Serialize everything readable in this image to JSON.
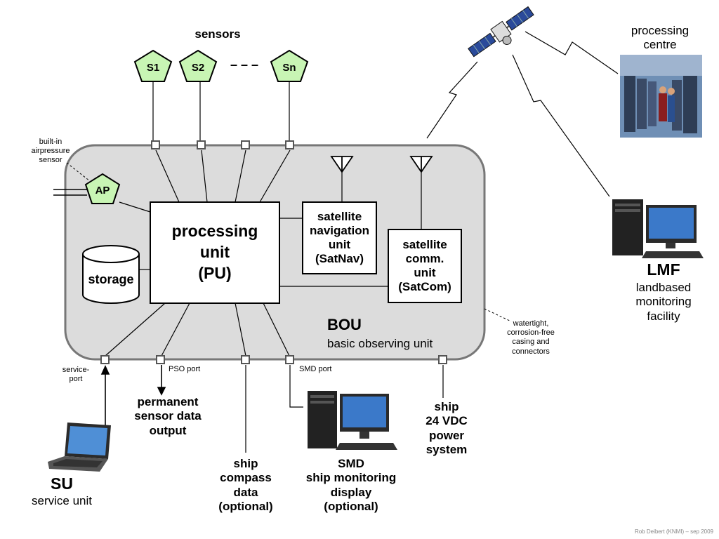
{
  "sensors": {
    "title": "sensors",
    "s1": "S1",
    "s2": "S2",
    "sn": "Sn",
    "ellipsis": "– – –"
  },
  "airpressure": {
    "label": "AP",
    "note": "built-in airpressure sensor"
  },
  "processing_unit": {
    "line1": "processing",
    "line2": "unit",
    "line3": "(PU)"
  },
  "storage": "storage",
  "satnav": {
    "line1": "satellite",
    "line2": "navigation",
    "line3": "unit",
    "line4": "(SatNav)"
  },
  "satcom": {
    "line1": "satellite",
    "line2": "comm.",
    "line3": "unit",
    "line4": "(SatCom)"
  },
  "bou": {
    "abbr": "BOU",
    "name": "basic observing unit"
  },
  "casing_note": {
    "line1": "watertight,",
    "line2": "corrosion-free",
    "line3": "casing and",
    "line4": "connectors"
  },
  "ports": {
    "service": {
      "line1": "service-",
      "line2": "port"
    },
    "pso": "PSO port",
    "smd": "SMD port"
  },
  "outputs": {
    "pso": {
      "line1": "permanent",
      "line2": "sensor data",
      "line3": "output"
    },
    "compass": {
      "line1": "ship",
      "line2": "compass",
      "line3": "data",
      "line4": "(optional)"
    },
    "smd": {
      "line1": "SMD",
      "line2": "ship monitoring",
      "line3": "display",
      "line4": "(optional)"
    },
    "power": {
      "line1": "ship",
      "line2": "24 VDC",
      "line3": "power",
      "line4": "system"
    }
  },
  "su": {
    "abbr": "SU",
    "name": "service unit"
  },
  "processing_centre": {
    "line1": "processing",
    "line2": "centre"
  },
  "lmf": {
    "abbr": "LMF",
    "line1": "landbased",
    "line2": "monitoring",
    "line3": "facility"
  },
  "credit": "Rob Deibert (KNMI) – sep 2009",
  "colors": {
    "bou_fill": "#dcdcdc",
    "bou_border": "#777777",
    "sensor_fill": "#c8f5b4",
    "port_border": "#555555"
  }
}
